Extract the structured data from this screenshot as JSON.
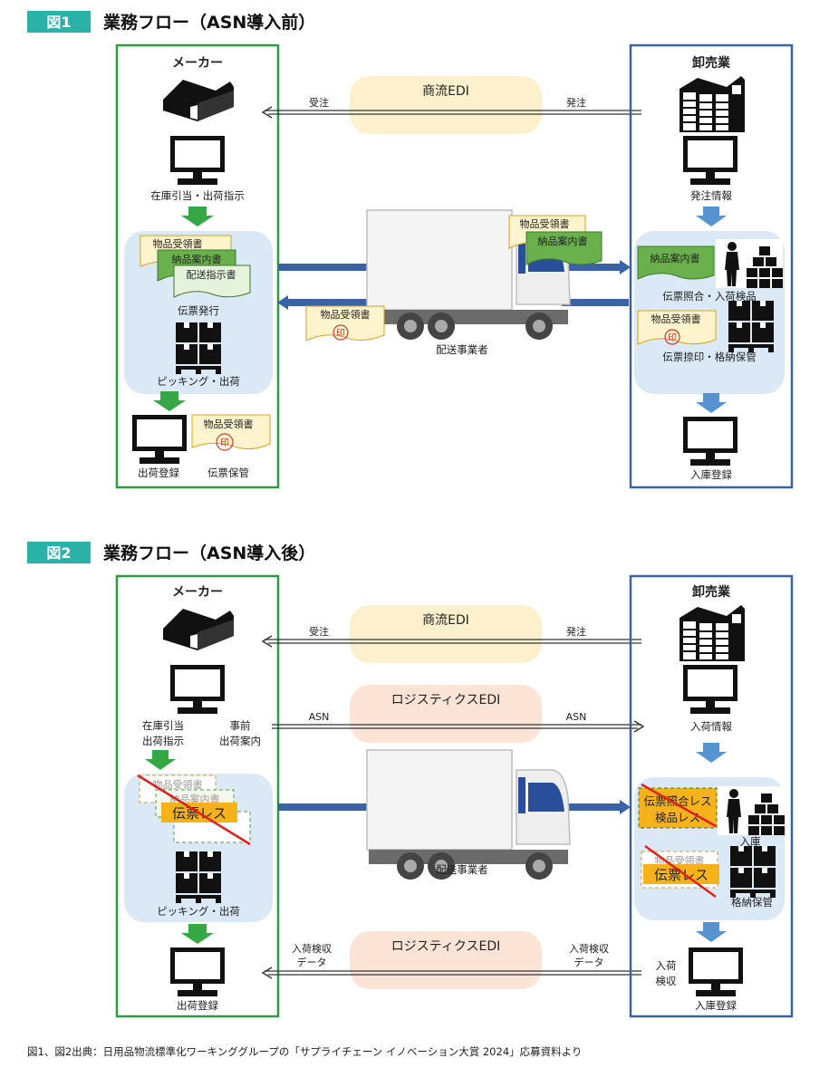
{
  "colors": {
    "badge": "#2bb2a8",
    "maker_border": "#2e9a45",
    "wholesaler_border": "#3a62a8",
    "panel_fill": "#dbe9f6",
    "commerce_edi_fill": "#fdf0cc",
    "logistics_edi_fill": "#fbe3d6",
    "green_arrow": "#35a845",
    "blue_arrow": "#5793d0",
    "yellow_doc": "#fdf3cc",
    "green_doc": "#6ab04c",
    "slip_less": "#f6b21b",
    "strike": "#e02020"
  },
  "fig1": {
    "badge": "図1",
    "title": "業務フロー（ASN導入前）",
    "maker": {
      "title": "メーカー",
      "factory_icon": "factory-icon",
      "step1": "在庫引当・出荷指示",
      "docs": [
        "物品受領書",
        "納品案内書",
        "配送指示書"
      ],
      "step2": "伝票発行",
      "step3": "ピッキング・出荷",
      "step4": "出荷登録",
      "stored_doc": "物品受領書",
      "stamp": "印",
      "step5": "伝票保管"
    },
    "center": {
      "commerce_edi": "商流EDI",
      "order_received": "受注",
      "order_placed": "発注",
      "carrier": "配送事業者",
      "docs_to_wholesaler": [
        "物品受領書",
        "納品案内書"
      ],
      "return_doc": "物品受領書",
      "stamp": "印"
    },
    "wholesaler": {
      "title": "卸売業",
      "step1": "発注情報",
      "doc1": "納品案内書",
      "step2": "伝票照合・入荷検品",
      "doc2": "物品受領書",
      "stamp": "印",
      "step3": "伝票捺印・格納保管",
      "step4": "入庫登録"
    }
  },
  "fig2": {
    "badge": "図2",
    "title": "業務フロー（ASN導入後）",
    "maker": {
      "title": "メーカー",
      "step1a": "在庫引当",
      "step1b": "出荷指示",
      "step1c": "事前",
      "step1d": "出荷案内",
      "faded_docs": [
        "物品受領書",
        "納品案内書"
      ],
      "slipless": "伝票レス",
      "step3": "ピッキング・出荷",
      "step4": "出荷登録"
    },
    "center": {
      "commerce_edi": "商流EDI",
      "order_received": "受注",
      "order_placed": "発注",
      "logistics_edi": "ロジスティクスEDI",
      "asn_left": "ASN",
      "asn_right": "ASN",
      "carrier": "配送事業者",
      "logistics_edi_2": "ロジスティクスEDI",
      "inspection_left_a": "入荷検収",
      "inspection_left_b": "データ",
      "inspection_right_a": "入荷検収",
      "inspection_right_b": "データ"
    },
    "wholesaler": {
      "title": "卸売業",
      "step1": "入荷情報",
      "less1a": "伝票照合レス",
      "less1b": "検品レス",
      "step2": "入庫",
      "faded_doc": "物品受領書",
      "slipless": "伝票レス",
      "step3": "格納保管",
      "step4a": "入荷",
      "step4b": "検収",
      "step5": "入庫登録"
    }
  },
  "caption": "図1、図2出典：日用品物流標準化ワーキンググループの「サプライチェーン イノベーション大賞 2024」応募資料より"
}
